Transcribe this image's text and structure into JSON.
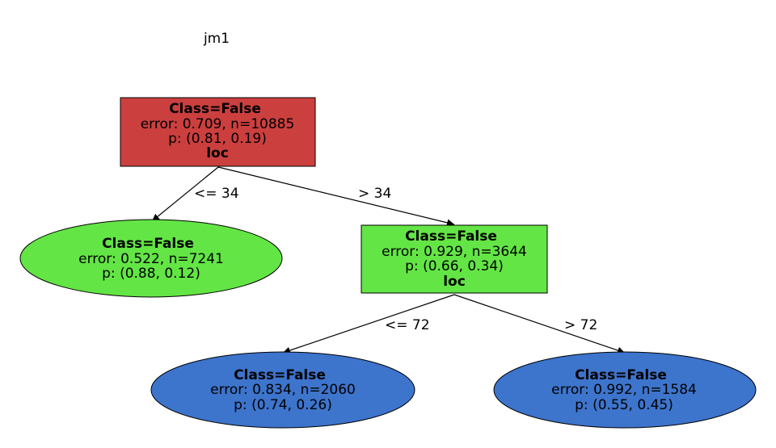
{
  "title": "jm1",
  "colors": {
    "red": "#cc3f3f",
    "green": "#63e545",
    "blue": "#3d74cc"
  },
  "nodes": {
    "root": {
      "class": "Class=False",
      "error": "error: 0.709, n=10885",
      "p": "p: (0.81, 0.19)",
      "split": "loc"
    },
    "left": {
      "class": "Class=False",
      "error": "error: 0.522, n=7241",
      "p": "p: (0.88, 0.12)"
    },
    "right": {
      "class": "Class=False",
      "error": "error: 0.929, n=3644",
      "p": "p: (0.66, 0.34)",
      "split": "loc"
    },
    "right_left": {
      "class": "Class=False",
      "error": "error: 0.834, n=2060",
      "p": "p: (0.74, 0.26)"
    },
    "right_right": {
      "class": "Class=False",
      "error": "error: 0.992, n=1584",
      "p": "p: (0.55, 0.45)"
    }
  },
  "edges": {
    "root_left": "<= 34",
    "root_right": "> 34",
    "right_left": "<= 72",
    "right_right": "> 72"
  }
}
